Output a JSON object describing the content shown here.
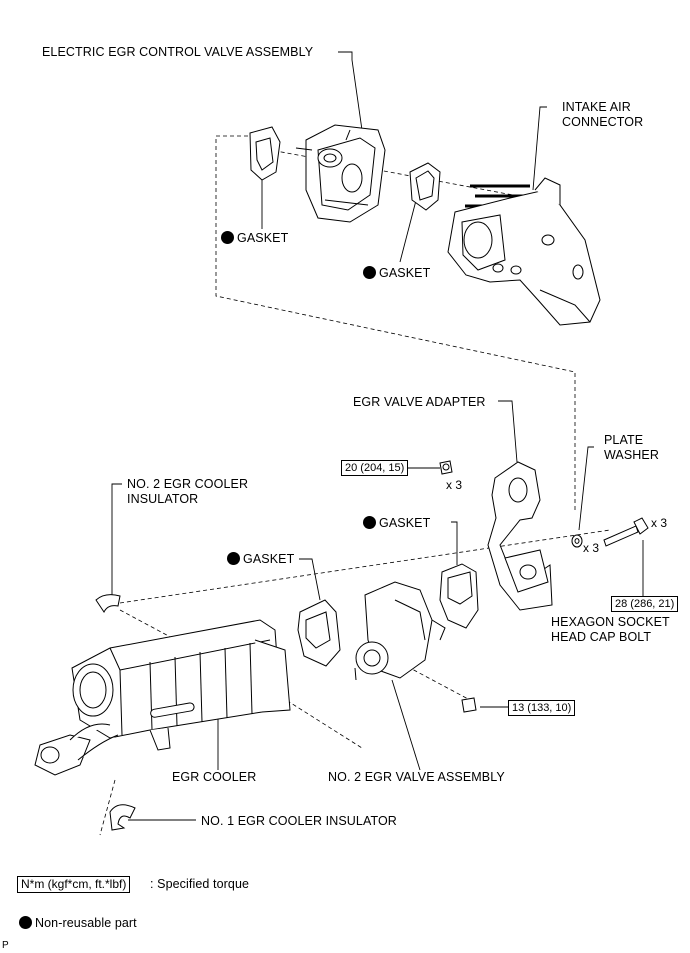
{
  "labels": {
    "egr_control_valve": "ELECTRIC EGR CONTROL VALVE ASSEMBLY",
    "intake_air_connector": "INTAKE AIR\nCONNECTOR",
    "gasket_1": "GASKET",
    "gasket_2": "GASKET",
    "egr_valve_adapter": "EGR VALVE ADAPTER",
    "plate_washer": "PLATE\nWASHER",
    "no2_egr_cooler_insulator": "NO. 2 EGR COOLER\nINSULATOR",
    "gasket_3": "GASKET",
    "gasket_4": "GASKET",
    "hex_socket_bolt": "HEXAGON SOCKET\nHEAD CAP BOLT",
    "egr_cooler": "EGR COOLER",
    "no2_egr_valve": "NO. 2 EGR VALVE ASSEMBLY",
    "no1_egr_cooler_insulator": "NO. 1 EGR COOLER INSULATOR"
  },
  "torques": {
    "adapter_nut": "20 (204, 15)",
    "cap_bolt": "28 (286, 21)",
    "valve_bolt": "13 (133, 10)"
  },
  "quantities": {
    "adapter_nut": "x 3",
    "plate_washer": "x 3",
    "cap_bolt": "x 3"
  },
  "legend": {
    "torque_unit": "N*m (kgf*cm, ft.*lbf)",
    "torque_desc": ": Specified torque",
    "non_reusable": "Non-reusable part"
  },
  "corner_code": "P"
}
